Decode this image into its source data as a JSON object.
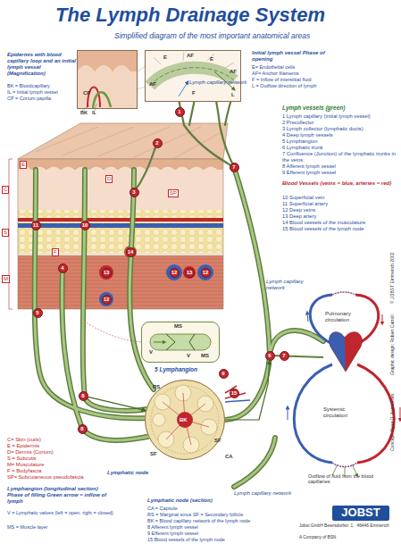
{
  "diagram": {
    "title": "The Lymph Drainage System",
    "caption": "Simplified diagram of the most important anatomical areas",
    "nodes": [
      {
        "text": [
          "CP"
        ]
      },
      {
        "text": [
          "E",
          "AF",
          "AF",
          "E",
          "AF",
          "F",
          "L"
        ]
      },
      {
        "text": [
          "1"
        ]
      },
      {
        "text": [
          "2"
        ]
      },
      {
        "text": [
          "7"
        ]
      },
      {
        "text": [
          "3"
        ]
      },
      {
        "text": [
          "10"
        ]
      },
      {
        "text": [
          "11"
        ]
      },
      {
        "text": [
          "14"
        ]
      },
      {
        "text": [
          "4"
        ]
      },
      {
        "text": [
          "12"
        ]
      },
      {
        "text": [
          "13"
        ]
      },
      {
        "text": [
          "12"
        ]
      },
      {
        "text": [
          "13"
        ]
      },
      {
        "text": [
          "12"
        ]
      },
      {
        "text": [
          "5"
        ]
      },
      {
        "text": [
          "MS",
          "V",
          "V",
          "MS",
          "5 Lymphangion"
        ]
      },
      {
        "text": [
          "6"
        ]
      },
      {
        "text": [
          "7"
        ]
      },
      {
        "text": [
          "15"
        ]
      },
      {
        "text": [
          "9"
        ]
      },
      {
        "text": [
          "8"
        ]
      },
      {
        "text": [
          "BK"
        ]
      },
      {
        "text": [
          "8"
        ]
      }
    ],
    "edges": [
      {
        "from": 21,
        "to": 22,
        "arrow": "to"
      },
      {
        "from": 22,
        "to": 17,
        "arrow": "to"
      }
    ],
    "labels": [
      "Epidermis with blood capillary loop and an initial lymph vessel (Magnification)",
      "BK = Bloodcapillary",
      "IL = Initial lymph vessel",
      "CP = Corium papilla",
      "BK",
      "IL",
      "Initial lymph vessel Phase of opening",
      "E= Endothelial cells",
      "AF= Anchor filaments",
      "F = Inflow of interstitial fluid",
      "L = Outflow direction of lymph",
      "Lymph capillary network",
      "Lymph vessels (green)",
      "1 Lymph capillary (initial lymph vessel)",
      "2 Precollector",
      "3 Lymph collector (lymphatic ducts)",
      "4 Deep lymph vessels",
      "5 Lymphangion",
      "6 Lymphatic trunk",
      "7 Confluence (Junction) of the lymphatic trunks in the veins",
      "8 Afferent lymph vessel",
      "9 Efferent lymph vessel",
      "Blood Vessels (veins = blue, arteries = red)",
      "10 Superficial vein",
      "11 Superficial artery",
      "12 Deep veins",
      "13 Deep artery",
      "14 Blood vessels of the musculature",
      "15 Blood vessels of the lymph node",
      "C",
      "E",
      "D",
      "S",
      "M",
      "F",
      "SP",
      "Lymph capillary network",
      "Pulmonary circulation",
      "Systemic circulation",
      "Outflow of fluid from the blood capillaries",
      "Lymph capillary network",
      "C= Skin (cutis)",
      "E = Epidermis",
      "D= Dermis (Corium)",
      "S = Subcutis",
      "M= Musculature",
      "F = Bodyfascia",
      "SP= Subcutaneous pseudofascia",
      "Lymphangion (longitudinal section) Phase of filling Green arrow = inflow of lymph",
      "V = Lymphatic valves (left = open, right = closed)",
      "MS = Muscle layer",
      "Lymphatic node (section)",
      "CA = Capsule",
      "RS = Marginal sinus SF = Secondary follicle",
      "BK = Blood capillary network of the lymph node",
      "8 Afferent lymph vessel",
      "9 Efferent lymph vessel",
      "15 Blood vessels of the lymph node",
      "RS",
      "SF",
      "SF",
      "CA",
      "© JOBST Emmerich 2002",
      "Graphic design: Robert Carroll",
      "Concept: Peter D. Asmussen",
      "JOBST",
      "Jobst GmbH Beiersdorfstr. 1 · 46446 Emmerich",
      "A Company of BSN",
      "Lymphatic node"
    ]
  }
}
